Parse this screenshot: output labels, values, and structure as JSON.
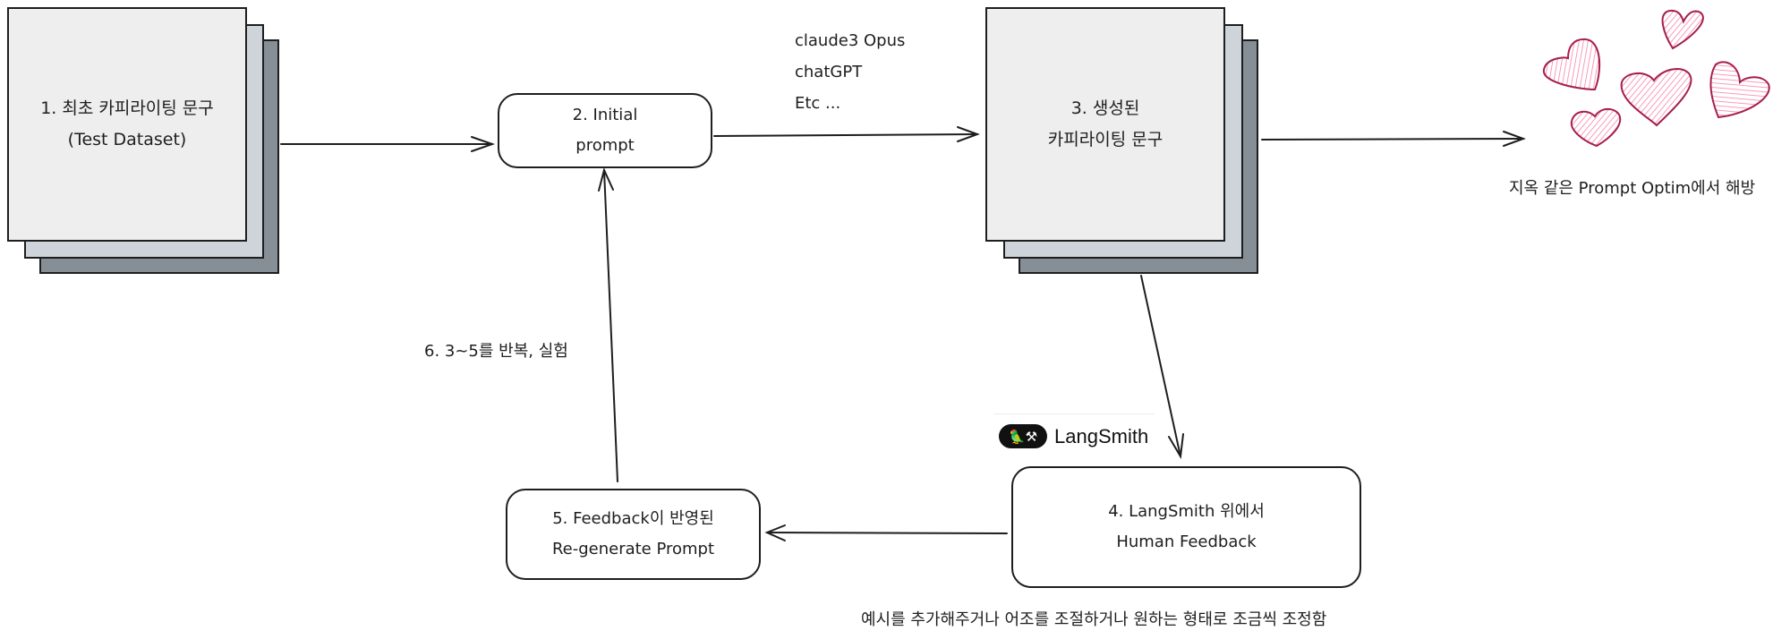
{
  "nodes": {
    "step1": {
      "line1": "1. 최초 카피라이팅 문구",
      "line2": "(Test Dataset)"
    },
    "step2": {
      "line1": "2. Initial",
      "line2": "prompt"
    },
    "step3": {
      "line1": "3. 생성된",
      "line2": "카피라이팅 문구"
    },
    "step4": {
      "line1": "4. LangSmith 위에서",
      "line2": "Human Feedback"
    },
    "step5": {
      "line1": "5. Feedback이 반영된",
      "line2": "Re-generate Prompt"
    }
  },
  "models": [
    "claude3 Opus",
    "chatGPT",
    "Etc ..."
  ],
  "loop_label": "6. 3~5를 반복, 실험",
  "result_label": "지옥 같은 Prompt Optim에서 해방",
  "feedback_note": "예시를 추가해주거나 어조를 조절하거나 원하는 형태로 조금씩 조정함",
  "langsmith": {
    "name": "LangSmith",
    "icon": "parrot-tools-icon"
  },
  "colors": {
    "stack_front": "#eeeeee",
    "stack_mid": "#ced4da",
    "stack_back": "#868e96",
    "heart_stroke": "#a61e4d",
    "heart_fill": "#f783ac"
  }
}
